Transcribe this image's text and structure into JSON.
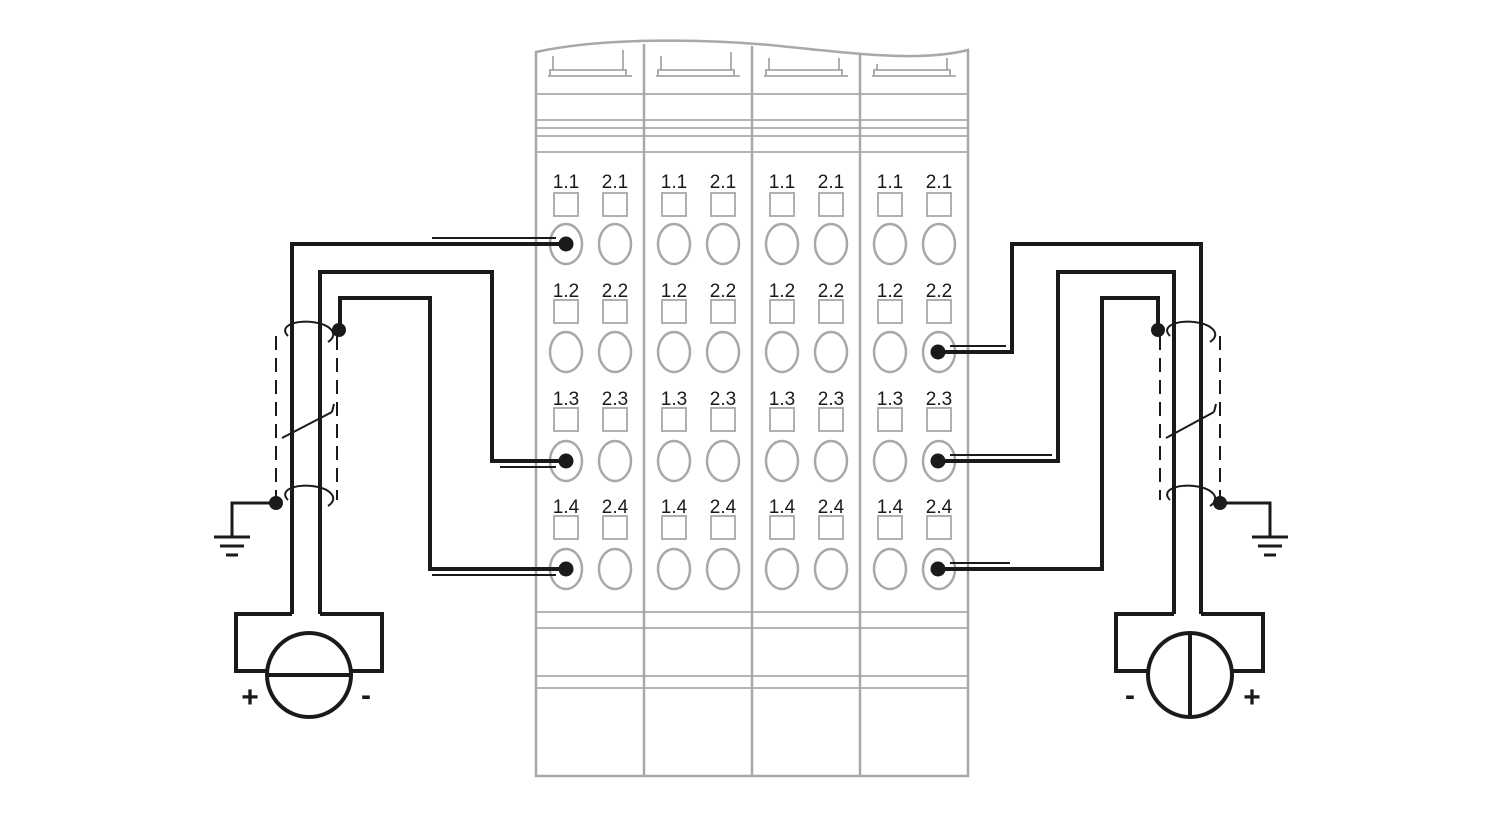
{
  "terminal_block": {
    "module_count": 4,
    "rows": [
      [
        "1.1",
        "2.1"
      ],
      [
        "1.2",
        "2.2"
      ],
      [
        "1.3",
        "2.3"
      ],
      [
        "1.4",
        "2.4"
      ]
    ]
  },
  "left_source": {
    "plus": "+",
    "minus": "-"
  },
  "right_source": {
    "plus": "+",
    "minus": "-"
  },
  "colors": {
    "housing": "#a8a8a8",
    "wire": "#1a1a1a",
    "background": "#ffffff"
  }
}
